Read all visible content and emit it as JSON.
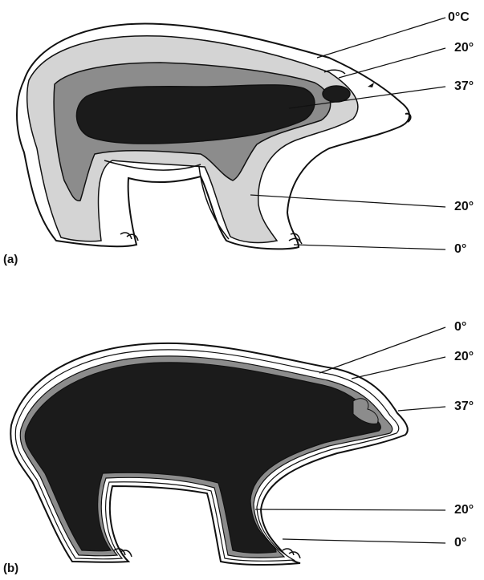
{
  "panel_a": {
    "label": "(a)",
    "temps": [
      "0°C",
      "20°",
      "37°",
      "20°",
      "0°"
    ]
  },
  "panel_b": {
    "label": "(b)",
    "temps": [
      "0°",
      "20°",
      "37°",
      "20°",
      "0°"
    ]
  },
  "colors": {
    "outline": "#111111",
    "zone_0": "#ffffff",
    "zone_20_light": "#d4d4d4",
    "zone_20_dark": "#8c8c8c",
    "zone_37": "#1b1b1b"
  }
}
